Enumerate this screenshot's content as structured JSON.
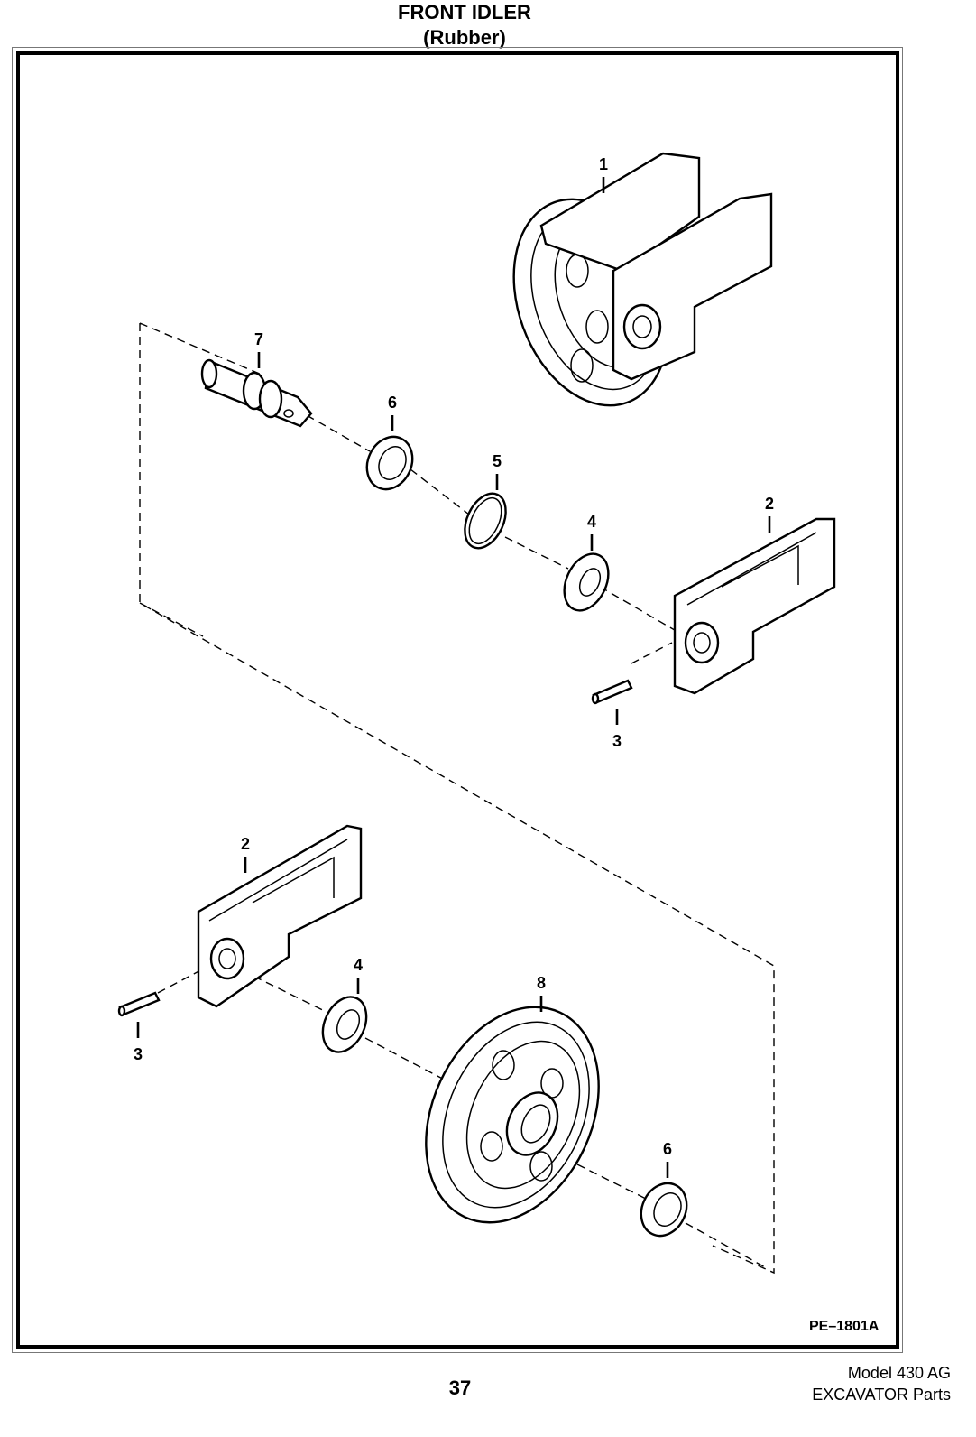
{
  "header": {
    "title": "FRONT IDLER",
    "subtitle": "(Rubber)"
  },
  "drawing_id": "PE–1801A",
  "callouts": {
    "c1": "1",
    "c7": "7",
    "c6a": "6",
    "c5": "5",
    "c4a": "4",
    "c2a": "2",
    "c3a": "3",
    "c2b": "2",
    "c4b": "4",
    "c8": "8",
    "c3b": "3",
    "c6b": "6"
  },
  "footer": {
    "page_number": "37",
    "model": "Model 430 AG",
    "section": "EXCAVATOR Parts"
  }
}
